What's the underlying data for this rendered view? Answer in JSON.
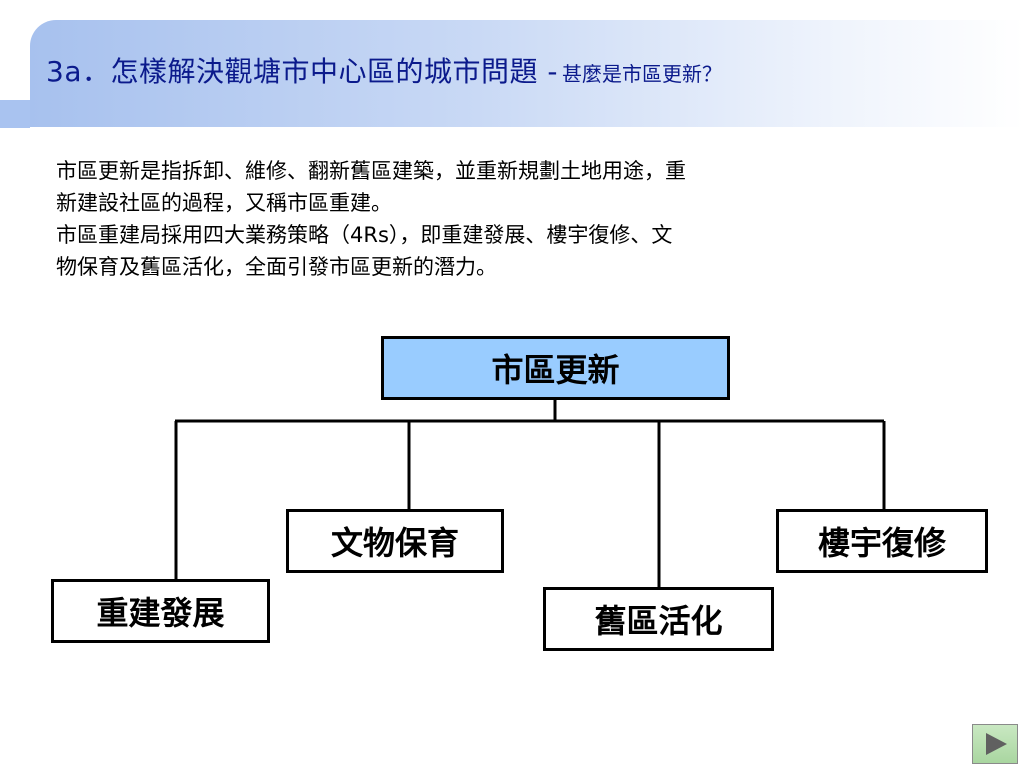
{
  "title": {
    "main": "3a．怎樣解決觀塘市中心區的城市問題 -",
    "sub": "甚麼是市區更新？"
  },
  "body": {
    "lines": [
      "市區更新是指拆卸、維修、翻新舊區建築，並重新規劃土地用途，重",
      "新建設社區的過程，又稱市區重建。",
      "市區重建局採用四大業務策略（4Rs），即重建發展、樓宇復修、文",
      "物保育及舊區活化，全面引發市區更新的潛力。"
    ]
  },
  "diagram": {
    "root": "市區更新",
    "children": [
      "重建發展",
      "文物保育",
      "舊區活化",
      "樓宇復修"
    ]
  },
  "nav": {
    "next_icon": "play-triangle-icon",
    "colors": {
      "button_bg": "#b5dcab",
      "arrow": "#606060"
    }
  }
}
